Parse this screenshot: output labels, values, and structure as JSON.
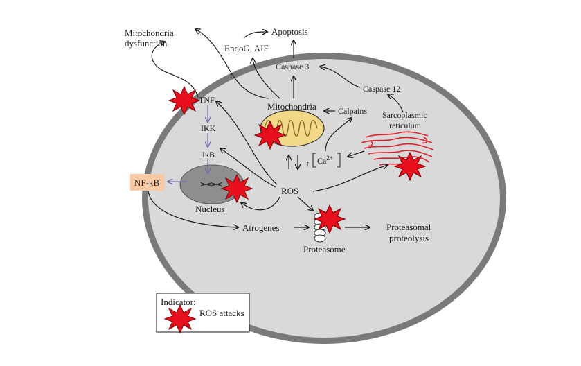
{
  "labels": {
    "mito_dysfunction_line1": "Mitochondria",
    "mito_dysfunction_line2": "dysfunction",
    "apoptosis": "Apoptosis",
    "endog_aif": "EndoG, AIF",
    "caspase3": "Caspase 3",
    "caspase12": "Caspase 12",
    "tnf": "TNF",
    "mitochondria": "Mitochondria",
    "calpains": "Calpains",
    "sr_line1": "Sarcoplasmic",
    "sr_line2": "reticulum",
    "ikk": "IKK",
    "ikb": "IκB",
    "ca": "Ca",
    "ca_sup": "2+",
    "up_arrow": "↑",
    "nfkb": "NF-κB",
    "ros": "ROS",
    "nucleus": "Nucleus",
    "atrogenes": "Atrogenes",
    "proteasome": "Proteasome",
    "proteolysis_line1": "Proteasomal",
    "proteolysis_line2": "proteolysis"
  },
  "legend": {
    "title": "Indicator:",
    "item": "ROS attacks"
  },
  "colors": {
    "cell_outer": "#7a7a7a",
    "cell_inner": "#d9d9d9",
    "nucleus": "#8e8e8e",
    "nfkb_box": "#f7c9a4",
    "mito_fill": "#f2d98a",
    "sr_red": "#e0202a",
    "burst_red": "#e8101c",
    "arrow_purple": "#7b6aa8"
  }
}
